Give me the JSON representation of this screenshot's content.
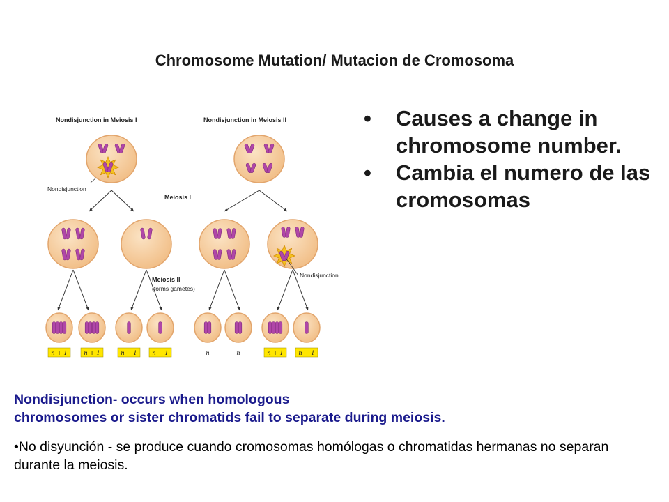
{
  "title": "Chromosome Mutation/ Mutacion de Cromosoma",
  "bullets": [
    "Causes a change in chromosome number.",
    "Cambia el numero de las cromosomas"
  ],
  "bullet_symbol": "•",
  "definition_en_line1": "Nondisjunction- occurs when homologous",
  "definition_en_line2": "chromosomes or sister chromatids fail to separate during meiosis.",
  "definition_es": "•No disyunción - se produce cuando cromosomas homólogas o chromatidas hermanas no separan durante la meiosis.",
  "figure": {
    "heading_left": "Nondisjunction in Meiosis I",
    "heading_right": "Nondisjunction in Meiosis II",
    "label_nondisjunction_left": "Nondisjunction",
    "label_meiosis_i": "Meiosis I",
    "label_meiosis_ii": "Meiosis II",
    "label_forms_gametes": "(forms gametes)",
    "label_nondisjunction_right": "Nondisjunction",
    "gamete_labels": [
      "n + 1",
      "n + 1",
      "n − 1",
      "n − 1",
      "n",
      "n",
      "n + 1",
      "n − 1"
    ],
    "colors": {
      "cell_fill": "#f6d1a6",
      "cell_edge": "#e2a56c",
      "chromosome": "#b046a8",
      "chromosome_dark": "#7e2a7a",
      "label_box": "#ffe600",
      "burst": "#f4c020"
    }
  }
}
